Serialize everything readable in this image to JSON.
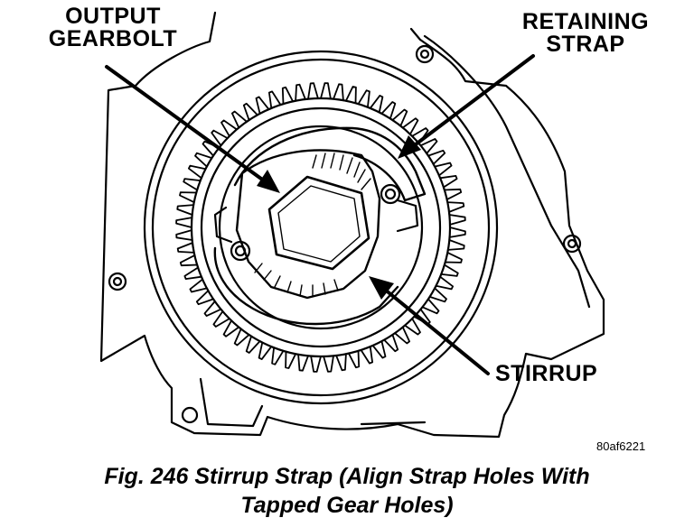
{
  "labels": {
    "output_gearbolt_line1": "OUTPUT",
    "output_gearbolt_line2": "GEARBOLT",
    "retaining_strap_line1": "RETAINING",
    "retaining_strap_line2": "STRAP",
    "stirrup": "STIRRUP"
  },
  "figure_code": "80af6221",
  "caption": {
    "line1": "Fig. 246 Stirrup Strap (Align Strap Holes With",
    "line2": "Tapped Gear Holes)"
  },
  "colors": {
    "ink": "#000000",
    "paper": "#ffffff"
  }
}
